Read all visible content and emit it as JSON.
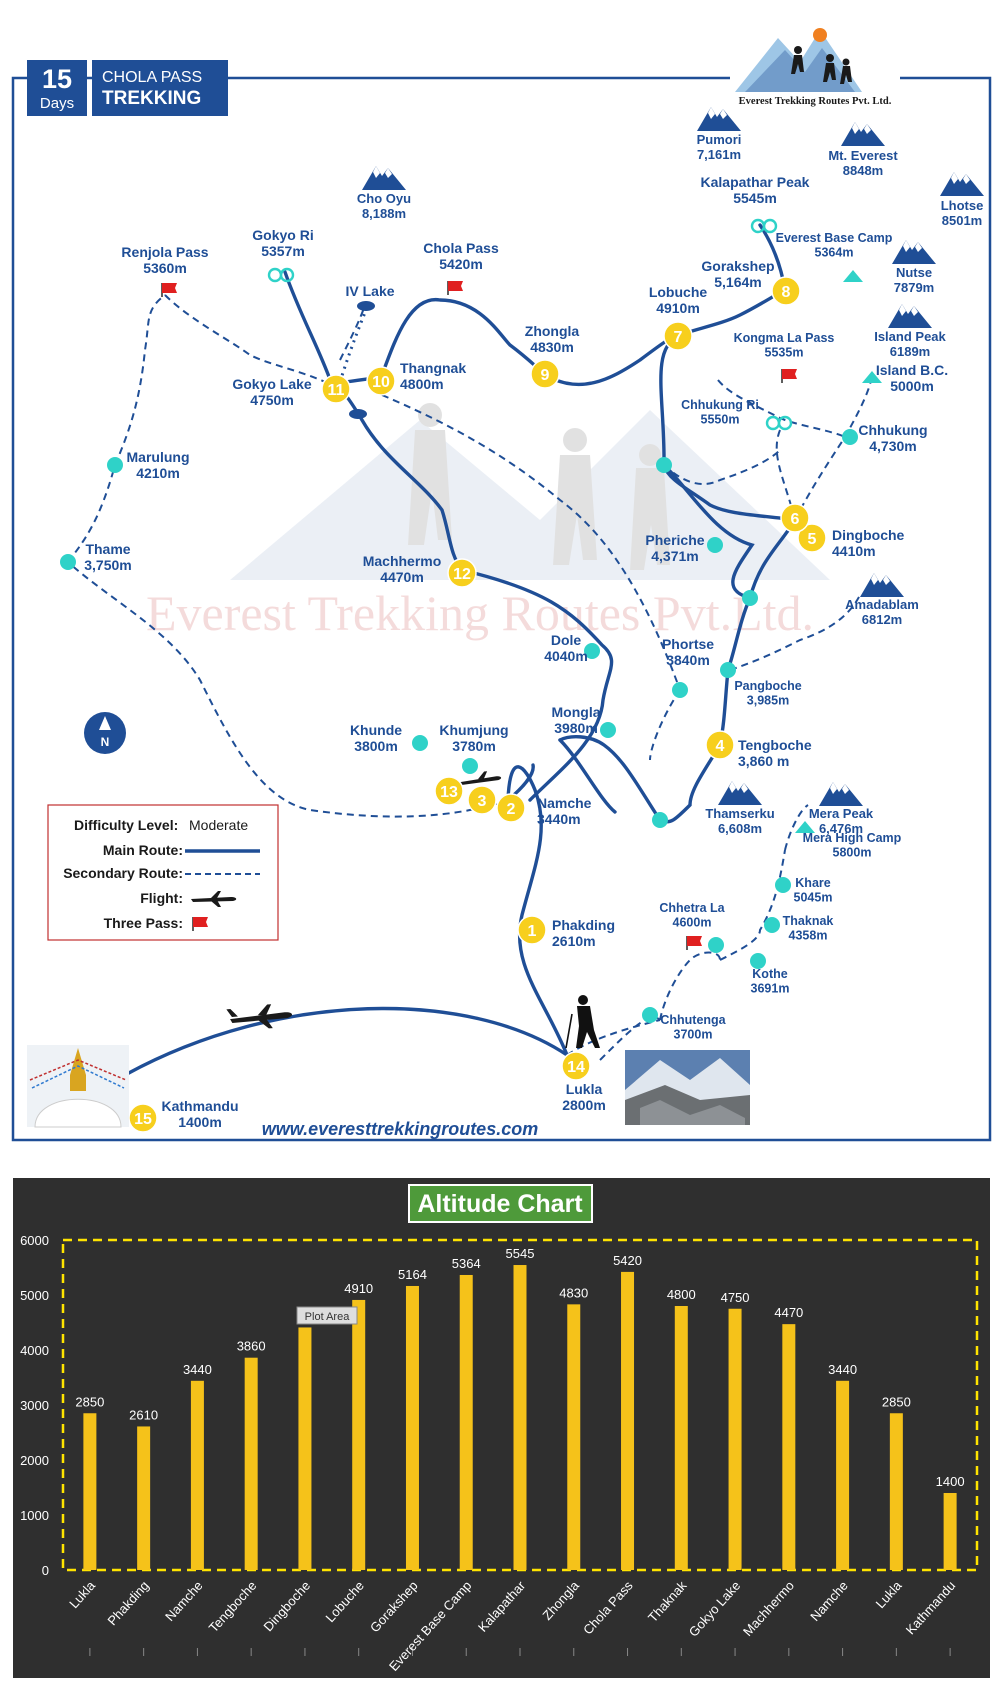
{
  "header": {
    "days_num": "15",
    "days_word": "Days",
    "title_line1": "CHOLA PASS",
    "title_line2": "TREKKING"
  },
  "brand": {
    "logo_text": "Everest Trekking Routes Pvt. Ltd.",
    "watermark": "Everest Trekking Routes Pvt.Ltd.",
    "website": "www.everesttrekkingroutes.com",
    "compass": "N"
  },
  "colors": {
    "route": "#1f4e96",
    "stop": "#f7cf1d",
    "waypoint": "#2fd2c8",
    "pass_flag": "#e02020",
    "chart_bg": "#2f2f2f",
    "bar": "#f5c21a",
    "chart_title_bg": "#4e9a3a",
    "frame": "#1f4e96"
  },
  "legend": {
    "difficulty_label": "Difficulty Level:",
    "difficulty_value": "Moderate",
    "main_route": "Main Route:",
    "secondary_route": "Secondary Route:",
    "flight": "Flight:",
    "three_pass": "Three Pass:"
  },
  "stops": [
    {
      "num": "1",
      "name": "Phakding",
      "alt": "2610m"
    },
    {
      "num": "2",
      "name": "Namche",
      "alt": "3440m"
    },
    {
      "num": "3"
    },
    {
      "num": "4",
      "name": "Tengboche",
      "alt": "3,860 m"
    },
    {
      "num": "5",
      "name": "Dingboche",
      "alt": "4410m"
    },
    {
      "num": "6"
    },
    {
      "num": "7",
      "name": "Lobuche",
      "alt": "4910m"
    },
    {
      "num": "8",
      "name": "Gorakshep",
      "alt": "5,164m"
    },
    {
      "num": "9",
      "name": "Zhongla",
      "alt": "4830m"
    },
    {
      "num": "10",
      "name": "Thangnak",
      "alt": "4800m"
    },
    {
      "num": "11",
      "name": "Gokyo Lake",
      "alt": "4750m"
    },
    {
      "num": "12",
      "name": "Machhermo",
      "alt": "4470m"
    },
    {
      "num": "13"
    },
    {
      "num": "14",
      "name": "Lukla",
      "alt": "2800m"
    },
    {
      "num": "15",
      "name": "Kathmandu",
      "alt": "1400m"
    }
  ],
  "places": [
    {
      "name": "Khumjung",
      "alt": "3780m"
    },
    {
      "name": "Khunde",
      "alt": "3800m"
    },
    {
      "name": "Mongla",
      "alt": "3980m"
    },
    {
      "name": "Dole",
      "alt": "4040m"
    },
    {
      "name": "Phortse",
      "alt": "3840m"
    },
    {
      "name": "Pangboche",
      "alt": "3,985m"
    },
    {
      "name": "Pheriche",
      "alt": "4,371m"
    },
    {
      "name": "Chhukung",
      "alt": "4,730m"
    },
    {
      "name": "Chhukung Ri",
      "alt": "5550m"
    },
    {
      "name": "Kongma La Pass",
      "alt": "5535m"
    },
    {
      "name": "Island B.C.",
      "alt": "5000m"
    },
    {
      "name": "Everest Base Camp",
      "alt": "5364m"
    },
    {
      "name": "Kalapathar Peak",
      "alt": "5545m"
    },
    {
      "name": "Chola Pass",
      "alt": "5420m"
    },
    {
      "name": "IV Lake",
      "alt": ""
    },
    {
      "name": "Gokyo Ri",
      "alt": "5357m"
    },
    {
      "name": "Renjola Pass",
      "alt": "5360m"
    },
    {
      "name": "Marulung",
      "alt": "4210m"
    },
    {
      "name": "Thame",
      "alt": "3,750m"
    },
    {
      "name": "Chhetra La",
      "alt": "4600m"
    },
    {
      "name": "Chhutenga",
      "alt": "3700m"
    },
    {
      "name": "Kothe",
      "alt": "3691m"
    },
    {
      "name": "Thaknak",
      "alt": "4358m"
    },
    {
      "name": "Khare",
      "alt": "5045m"
    },
    {
      "name": "Mera High Camp",
      "alt": "5800m"
    }
  ],
  "peaks": [
    {
      "name": "Pumori",
      "alt": "7,161m"
    },
    {
      "name": "Mt. Everest",
      "alt": "8848m"
    },
    {
      "name": "Lhotse",
      "alt": "8501m"
    },
    {
      "name": "Nutse",
      "alt": "7879m"
    },
    {
      "name": "Island Peak",
      "alt": "6189m"
    },
    {
      "name": "Cho Oyu",
      "alt": "8,188m"
    },
    {
      "name": "Amadablam",
      "alt": "6812m"
    },
    {
      "name": "Thamserku",
      "alt": "6,608m"
    },
    {
      "name": "Mera Peak",
      "alt": "6,476m"
    }
  ],
  "chart_data": {
    "type": "bar",
    "title": "Altitude Chart",
    "categories": [
      "Lukla",
      "Phakding",
      "Namche",
      "Tengboche",
      "Dingboche",
      "Lobuche",
      "Gorakshep",
      "Everest Base Camp",
      "Kalapathar",
      "Zhongla",
      "Chola Pass",
      "Thaknak",
      "Gokyo Lake",
      "Machhermo",
      "Namche",
      "Lukla",
      "Kathmandu"
    ],
    "values": [
      2850,
      2610,
      3440,
      3860,
      4410,
      4910,
      5164,
      5364,
      5545,
      4830,
      5420,
      4800,
      4750,
      4470,
      3440,
      2850,
      1400
    ],
    "value_labels": [
      "2850",
      "2610",
      "3440",
      "3860",
      "",
      "4910",
      "5164",
      "5364",
      "5545",
      "4830",
      "5420",
      "4800",
      "4750",
      "4470",
      "3440",
      "2850",
      "1400"
    ],
    "ylim": [
      0,
      6000
    ],
    "yticks": [
      "0",
      "1000",
      "2000",
      "3000",
      "4000",
      "5000",
      "6000"
    ],
    "annotation": "Plot Area",
    "grid": false,
    "legend": "none"
  }
}
